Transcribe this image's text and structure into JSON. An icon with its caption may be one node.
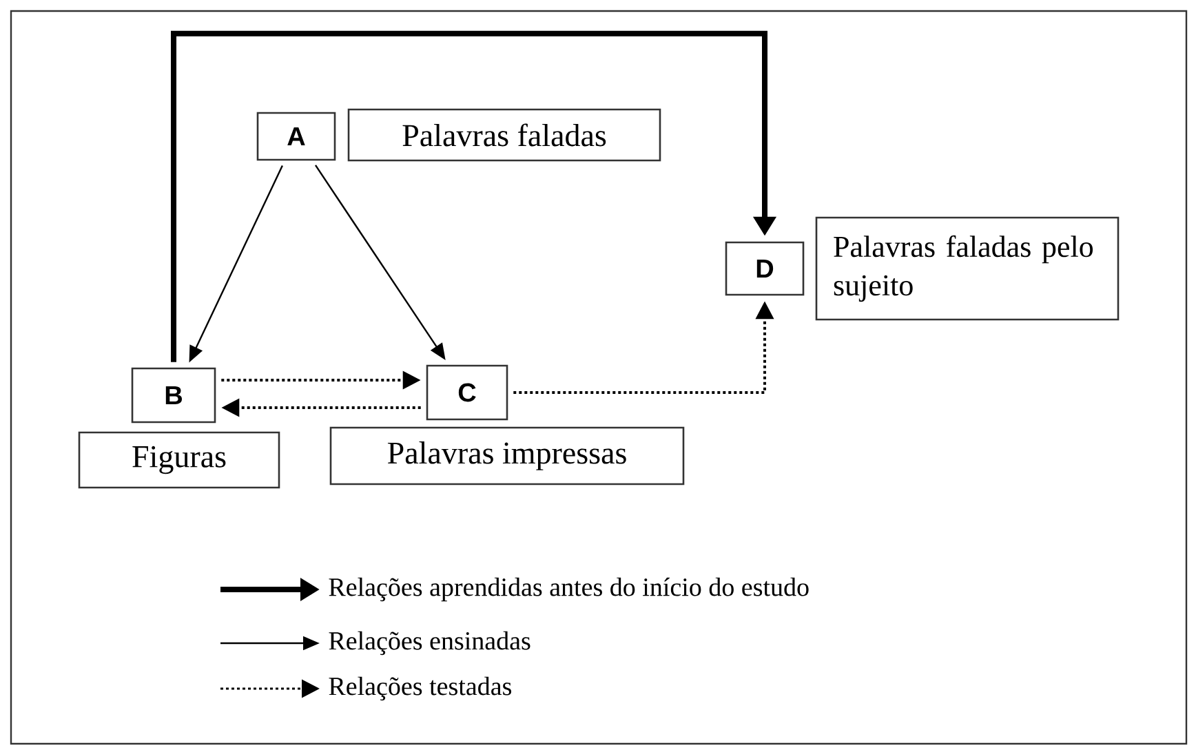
{
  "diagram": {
    "nodes": [
      {
        "text": [
          "A"
        ]
      },
      {
        "text": [
          "Palavras faladas"
        ]
      },
      {
        "text": [
          "D"
        ]
      },
      {
        "text": [
          "Palavras faladas pelo sujeito"
        ]
      },
      {
        "text": [
          "B"
        ]
      },
      {
        "text": [
          "C"
        ]
      },
      {
        "text": [
          "Figuras"
        ]
      },
      {
        "text": [
          "Palavras impressas"
        ]
      }
    ],
    "edges": [
      {
        "from": 4,
        "to": 2,
        "arrow": "to",
        "style": "thick"
      },
      {
        "from": 0,
        "to": 4,
        "arrow": "to"
      },
      {
        "from": 0,
        "to": 5,
        "arrow": "to"
      },
      {
        "from": 4,
        "to": 5,
        "arrow": "to",
        "style": "dashed"
      },
      {
        "from": 5,
        "to": 4,
        "arrow": "to",
        "style": "dashed"
      },
      {
        "from": 5,
        "to": 2,
        "arrow": "to",
        "style": "dashed"
      }
    ],
    "legend": [
      {
        "text": "Relações aprendidas antes do início do estudo"
      },
      {
        "text": "Relações ensinadas"
      },
      {
        "text": "Relações testadas"
      }
    ]
  }
}
